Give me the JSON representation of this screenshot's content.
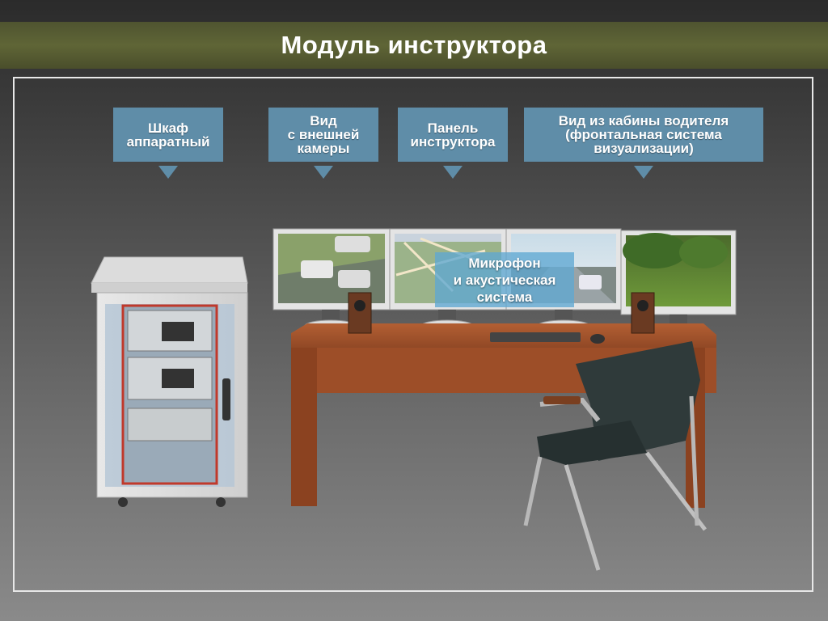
{
  "title": "Модуль инструктора",
  "callouts": {
    "cabinet": "Шкаф\nаппаратный",
    "external_camera": "Вид\nс внешней\nкамеры",
    "instructor_panel": "Панель\nинструктора",
    "cabin_view": "Вид из кабины водителя\n(фронтальная система\nвизуализации)",
    "microphone": "Микрофон\nи акустическая\nсистема"
  },
  "colors": {
    "title_bar": "#5a5f33",
    "callout": "#5f8da8",
    "desk": "#a0522d"
  }
}
